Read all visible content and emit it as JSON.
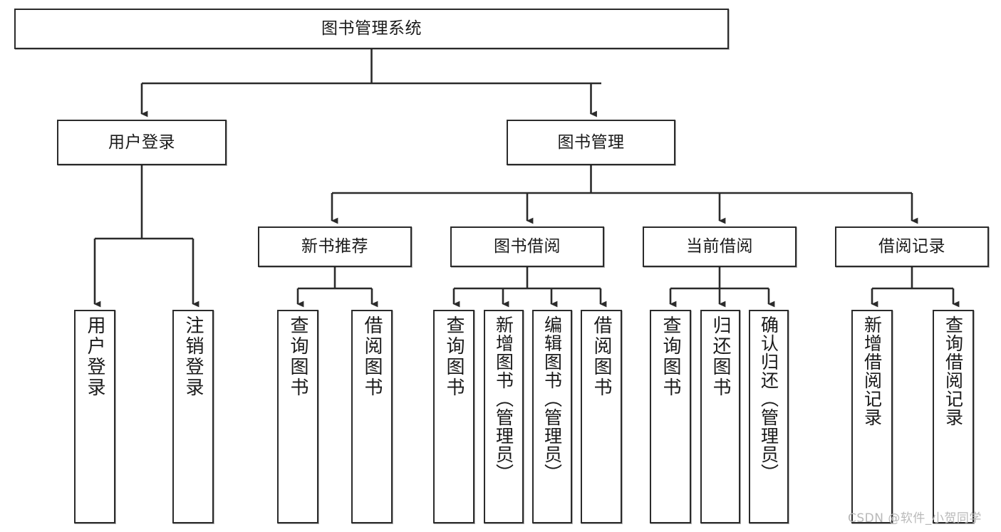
{
  "diagram": {
    "title": "图书管理系统",
    "type": "tree-hierarchy-chart",
    "stroke_color": "#2b2b2b",
    "fill_color": "#ffffff",
    "text_color": "#1a1a1a"
  },
  "nodes": {
    "root": {
      "label": "图书管理系统"
    },
    "level2": [
      {
        "label": "用户登录"
      },
      {
        "label": "图书管理"
      }
    ],
    "level3": [
      {
        "label": "新书推荐"
      },
      {
        "label": "图书借阅"
      },
      {
        "label": "当前借阅"
      },
      {
        "label": "借阅记录"
      }
    ],
    "leaves_user_login": [
      {
        "label": "用户登录"
      },
      {
        "label": "注销登录"
      }
    ],
    "leaves_new_book": [
      {
        "label": "查询图书"
      },
      {
        "label": "借阅图书"
      }
    ],
    "leaves_borrow": [
      {
        "label": "查询图书"
      },
      {
        "label": "新增图书（管理员）"
      },
      {
        "label": "编辑图书（管理员）"
      },
      {
        "label": "借阅图书"
      }
    ],
    "leaves_current": [
      {
        "label": "查询图书"
      },
      {
        "label": "归还图书"
      },
      {
        "label": "确认归还（管理员）"
      }
    ],
    "leaves_records": [
      {
        "label": "新增借阅记录"
      },
      {
        "label": "查询借阅记录"
      }
    ]
  },
  "watermark": {
    "text": "CSDN @软件_小贺同学"
  }
}
